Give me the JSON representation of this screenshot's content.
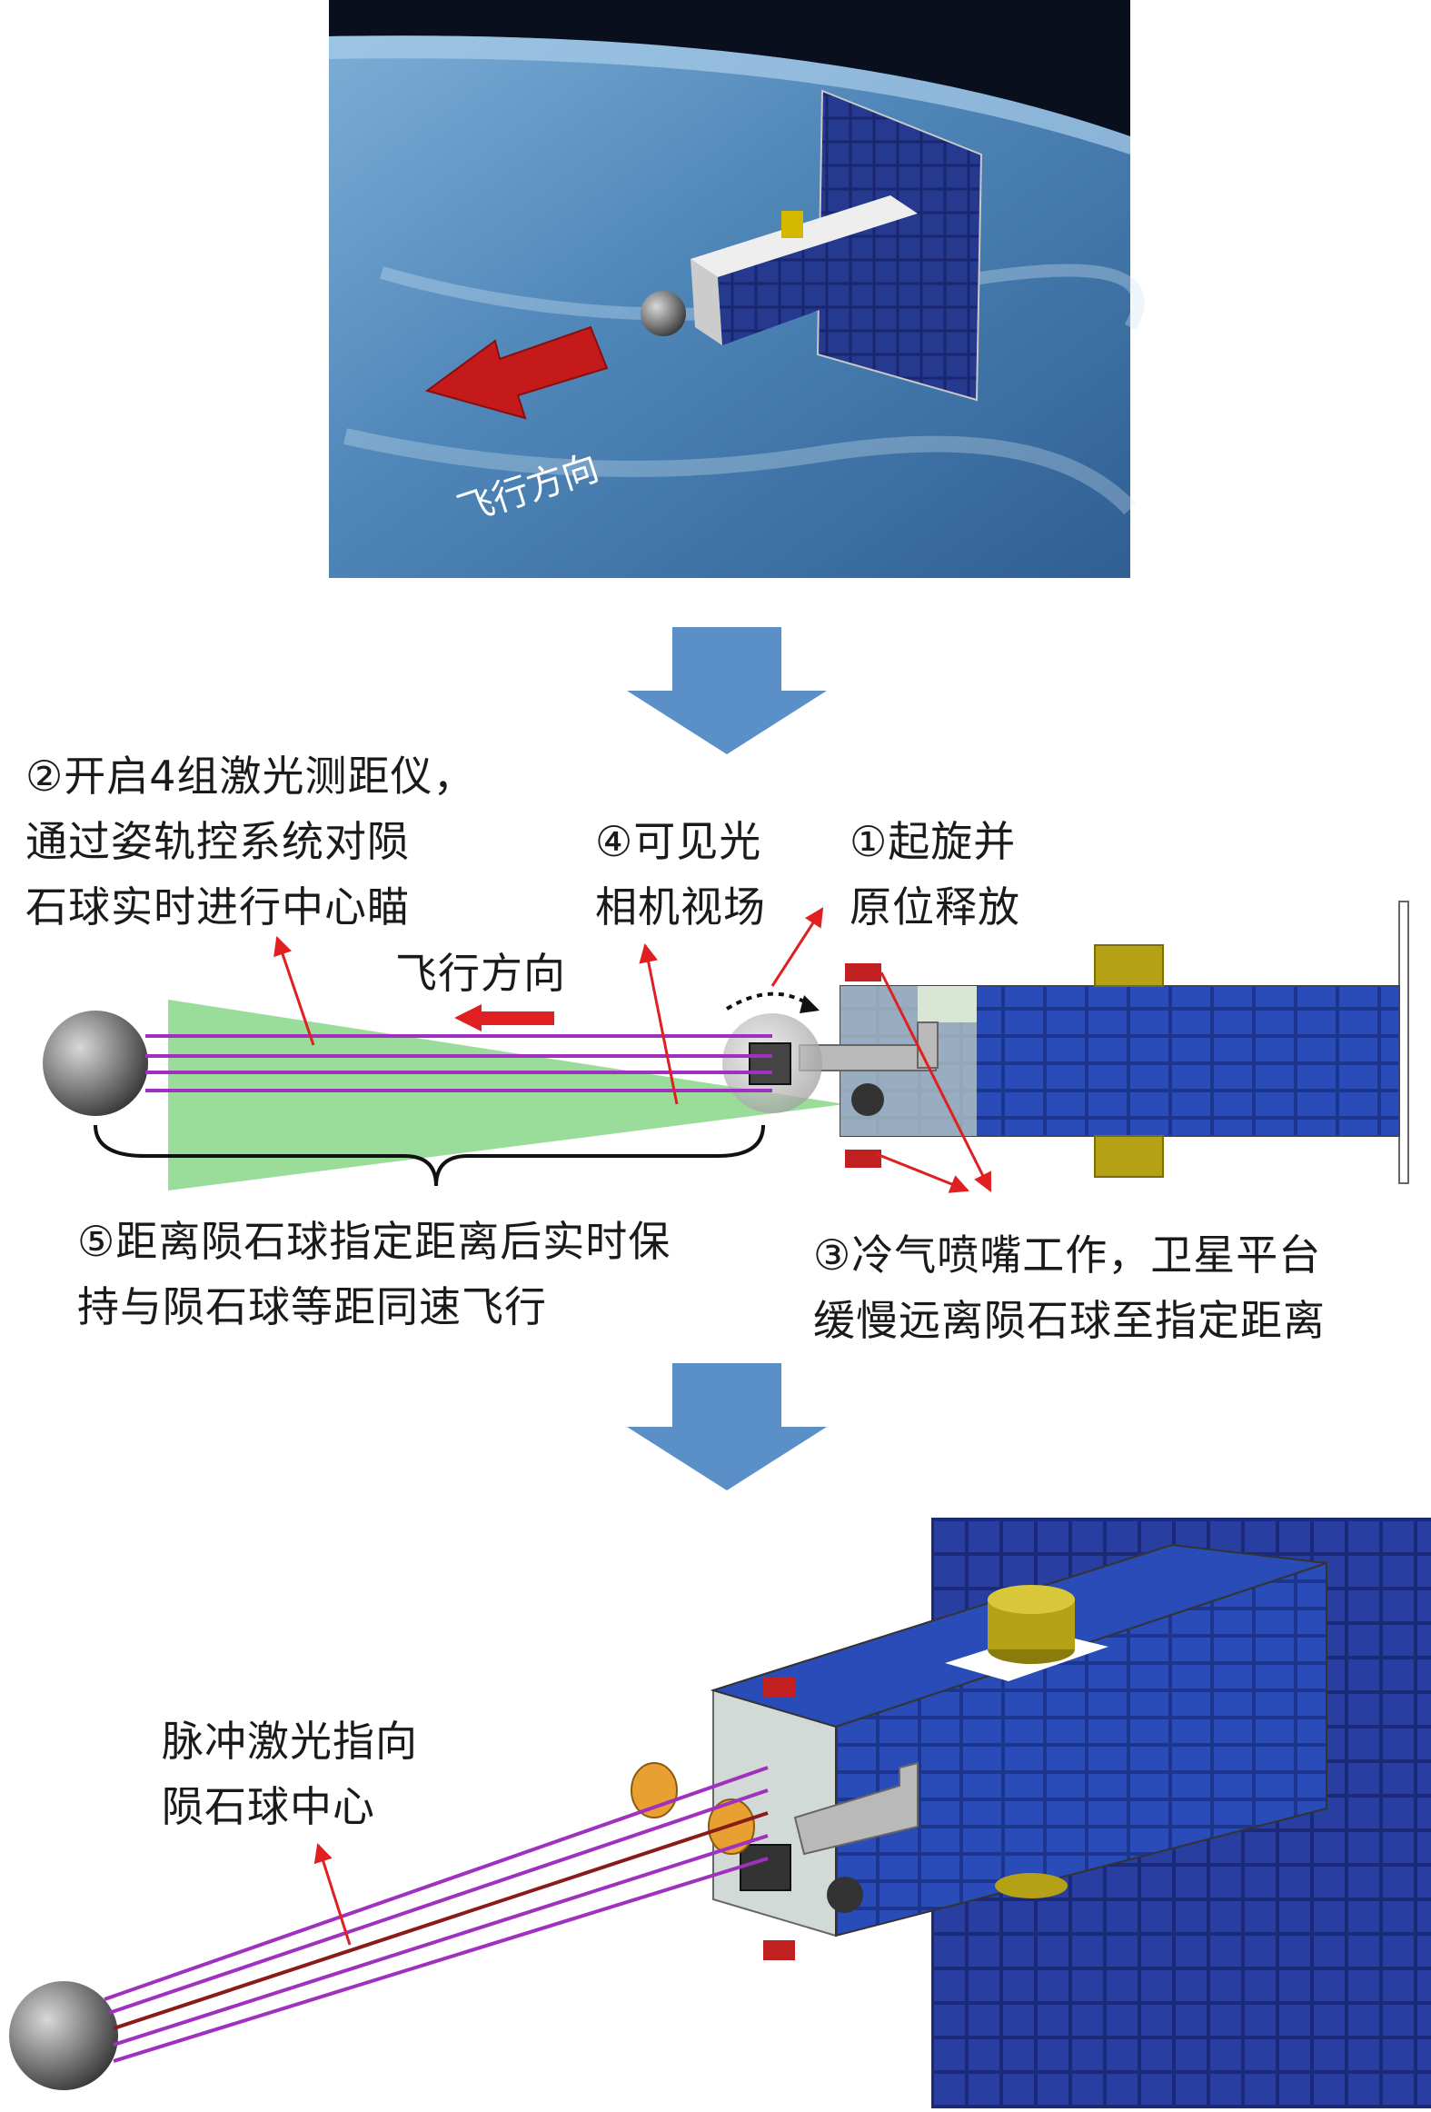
{
  "panel1": {
    "flight_direction": "飞行方向"
  },
  "panel2": {
    "label_2": [
      "②开启4组激光测距仪，",
      "通过姿轨控系统对陨",
      "石球实时进行中心瞄"
    ],
    "label_4": [
      "④可见光",
      "相机视场"
    ],
    "label_1": [
      "①起旋并",
      "原位释放"
    ],
    "flight_direction": "飞行方向",
    "label_5": [
      "⑤距离陨石球指定距离后实时保",
      "持与陨石球等距同速飞行"
    ],
    "label_3": [
      "③冷气喷嘴工作，卫星平台",
      "缓慢远离陨石球至指定距离"
    ]
  },
  "panel3": {
    "pulse_label": [
      "脉冲激光指向",
      "陨石球中心"
    ]
  },
  "colors": {
    "flow_arrow": "#5b8fc7",
    "annotation_arrow": "#e02020",
    "laser": "#a030c0",
    "laser_center": "#8b1a1a",
    "fov": "#8fd88f",
    "solar_panel": "#1a2f8a"
  }
}
